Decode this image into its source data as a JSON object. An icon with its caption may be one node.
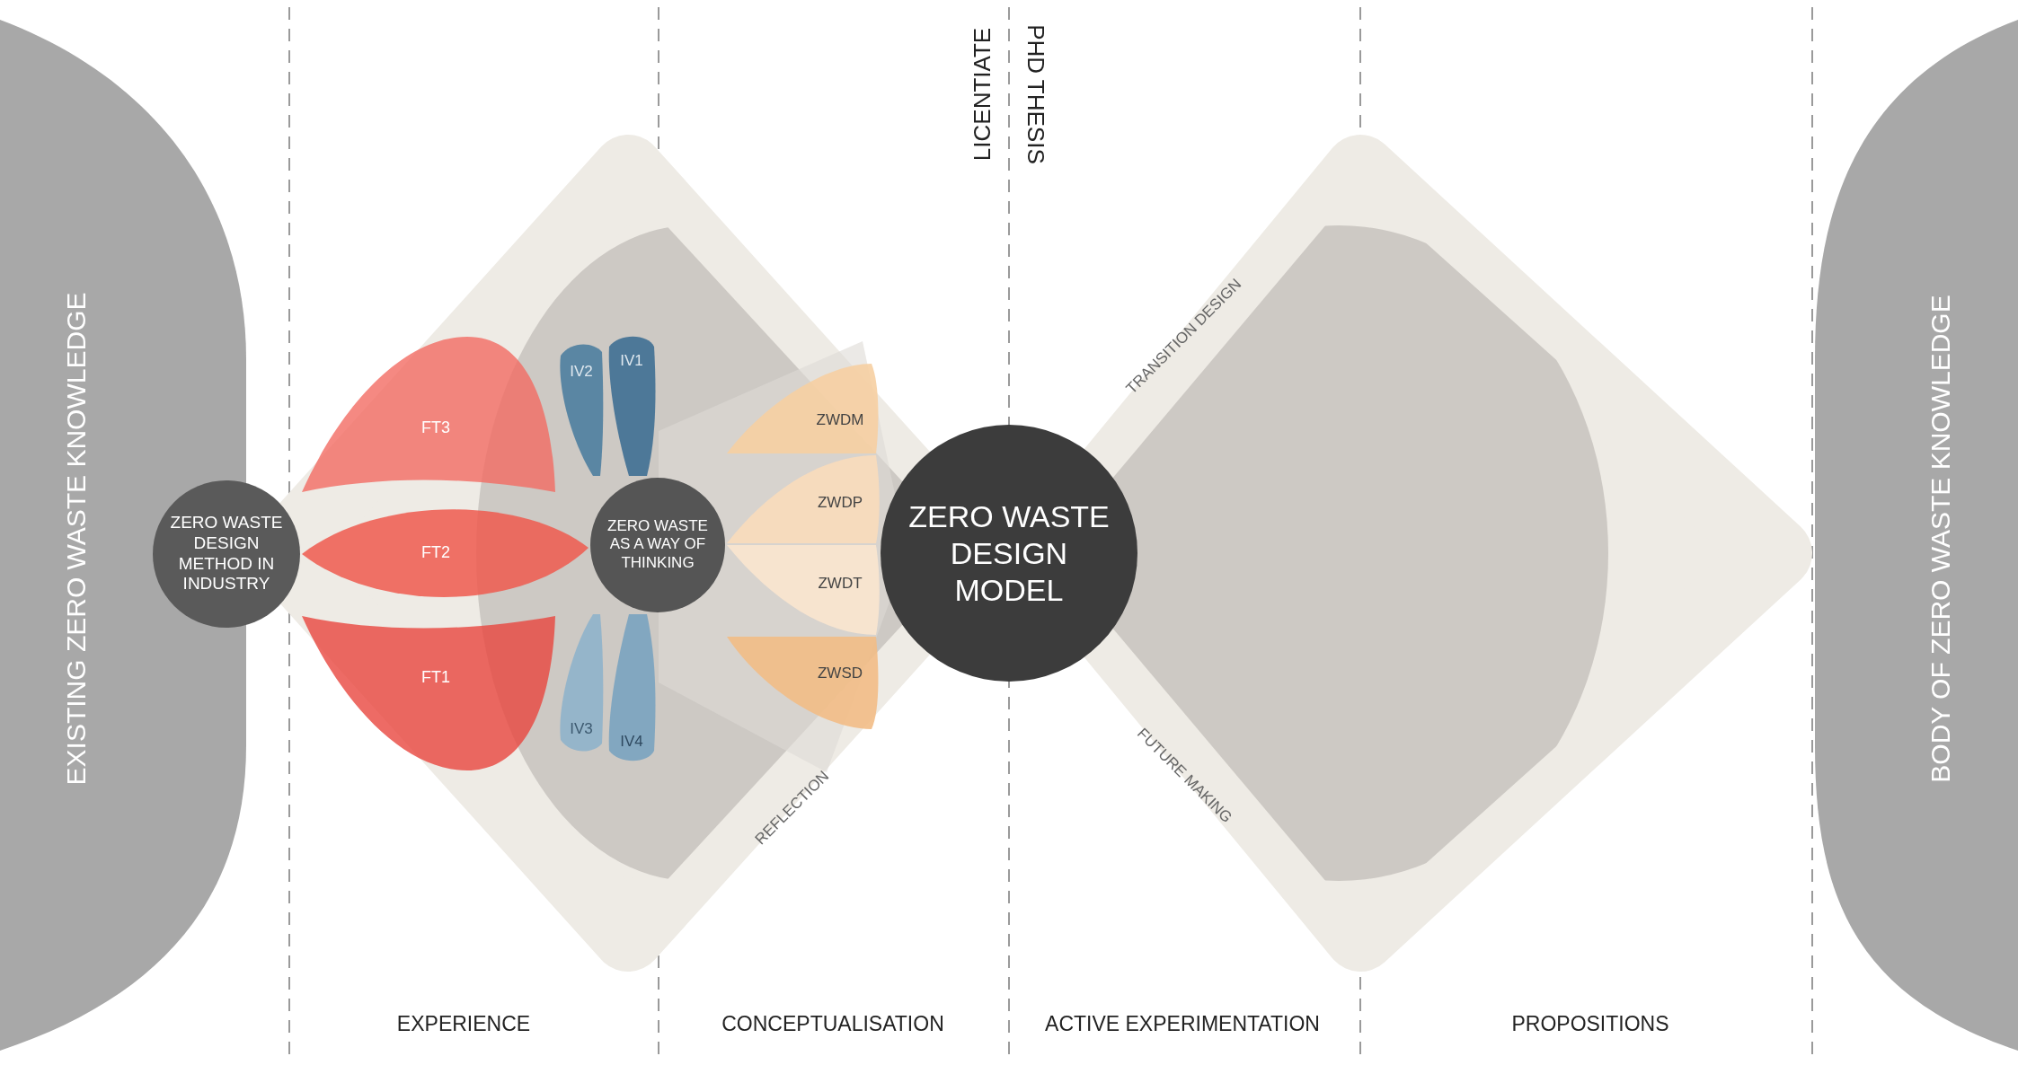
{
  "diagram": {
    "nodes": [
      {
        "text": [
          "EXISTING ZERO WASTE KNOWLEDGE"
        ]
      },
      {
        "text": [
          "REFLECTION"
        ]
      },
      {
        "text": [
          "ZERO WASTE DESIGN METHOD IN INDUSTRY"
        ]
      },
      {
        "text": [
          "FT3"
        ],
        "in": 1
      },
      {
        "text": [
          "FT2"
        ],
        "in": 1
      },
      {
        "text": [
          "FT1"
        ],
        "in": 1
      },
      {
        "text": [
          "IV2"
        ],
        "in": 1
      },
      {
        "text": [
          "IV1"
        ],
        "in": 1
      },
      {
        "text": [
          "IV3"
        ],
        "in": 1
      },
      {
        "text": [
          "IV4"
        ],
        "in": 1
      },
      {
        "text": [
          "ZERO WASTE AS A WAY OF THINKING"
        ],
        "in": 1
      },
      {
        "text": [
          "ZWDM"
        ],
        "in": 1
      },
      {
        "text": [
          "ZWDP"
        ],
        "in": 1
      },
      {
        "text": [
          "ZWDT"
        ],
        "in": 1
      },
      {
        "text": [
          "ZWSD"
        ],
        "in": 1
      },
      {
        "text": [
          "ZERO WASTE DESIGN MODEL"
        ]
      },
      {
        "text": [
          "TRANSITION DESIGN",
          "FUTURE MAKING"
        ]
      },
      {
        "text": [
          "BODY OF ZERO WASTE KNOWLEDGE"
        ]
      }
    ],
    "labels": [
      "LICENTIATE",
      "PHD THESIS",
      "EXPERIENCE",
      "CONCEPTUALISATION",
      "ACTIVE EXPERIMENTATION",
      "PROPOSITIONS"
    ]
  }
}
